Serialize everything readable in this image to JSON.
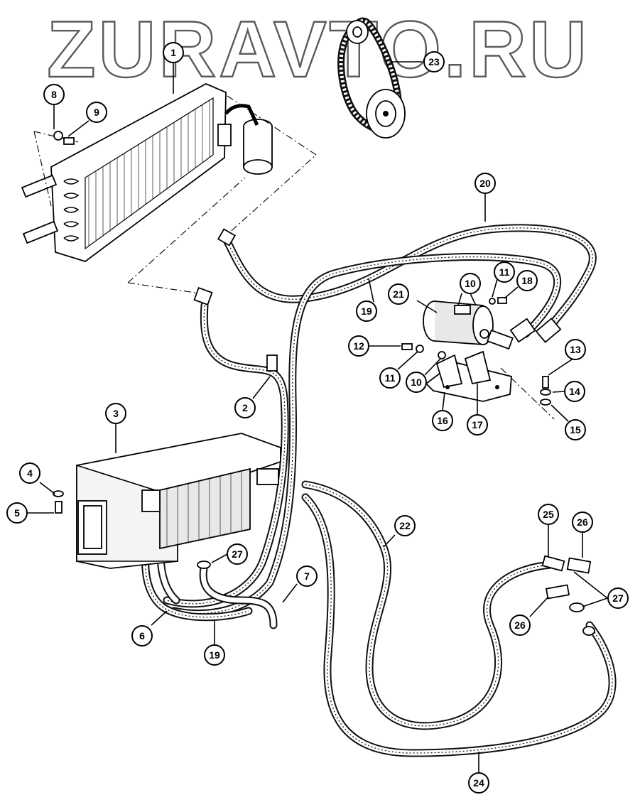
{
  "watermark": "ZURAVTO.RU",
  "colors": {
    "line": "#000000",
    "background": "#ffffff",
    "watermark_outline": "#5a5a5a"
  },
  "callouts": [
    {
      "id": "c-1",
      "label": "1"
    },
    {
      "id": "c-2",
      "label": "2"
    },
    {
      "id": "c-3",
      "label": "3"
    },
    {
      "id": "c-4",
      "label": "4"
    },
    {
      "id": "c-5",
      "label": "5"
    },
    {
      "id": "c-6",
      "label": "6"
    },
    {
      "id": "c-7",
      "label": "7"
    },
    {
      "id": "c-8",
      "label": "8"
    },
    {
      "id": "c-9",
      "label": "9"
    },
    {
      "id": "c-10a",
      "label": "10"
    },
    {
      "id": "c-10b",
      "label": "10"
    },
    {
      "id": "c-11a",
      "label": "11"
    },
    {
      "id": "c-11b",
      "label": "11"
    },
    {
      "id": "c-12",
      "label": "12"
    },
    {
      "id": "c-13",
      "label": "13"
    },
    {
      "id": "c-14",
      "label": "14"
    },
    {
      "id": "c-15",
      "label": "15"
    },
    {
      "id": "c-16",
      "label": "16"
    },
    {
      "id": "c-17",
      "label": "17"
    },
    {
      "id": "c-18",
      "label": "18"
    },
    {
      "id": "c-19a",
      "label": "19"
    },
    {
      "id": "c-19b",
      "label": "19"
    },
    {
      "id": "c-20",
      "label": "20"
    },
    {
      "id": "c-21",
      "label": "21"
    },
    {
      "id": "c-22",
      "label": "22"
    },
    {
      "id": "c-23",
      "label": "23"
    },
    {
      "id": "c-24",
      "label": "24"
    },
    {
      "id": "c-25",
      "label": "25"
    },
    {
      "id": "c-26a",
      "label": "26"
    },
    {
      "id": "c-26b",
      "label": "26"
    },
    {
      "id": "c-27a",
      "label": "27"
    },
    {
      "id": "c-27b",
      "label": "27"
    }
  ]
}
